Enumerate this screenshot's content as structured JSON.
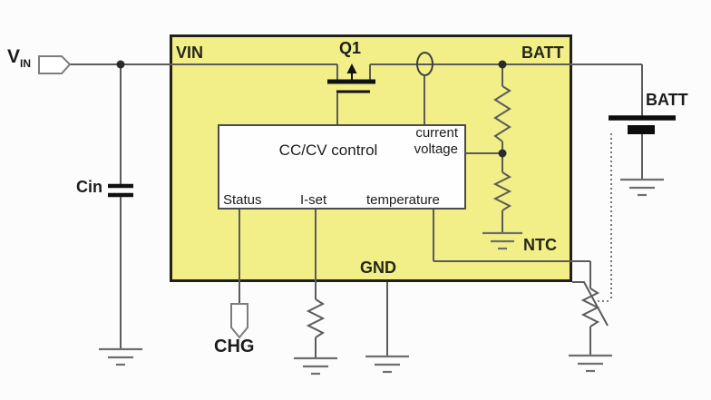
{
  "ic": {
    "vin": "VIN",
    "batt": "BATT",
    "gnd": "GND",
    "ntc": "NTC",
    "q1": "Q1"
  },
  "control": {
    "title": "CC/CV control",
    "current": "current",
    "voltage": "voltage",
    "status": "Status",
    "iset": "I-set",
    "temperature": "temperature"
  },
  "external": {
    "vin_main": "V",
    "vin_sub": "IN",
    "cin": "Cin",
    "chg": "CHG",
    "batt": "BATT"
  },
  "colors": {
    "ic_fill": "#F2EF88",
    "ic_border": "#21211A",
    "wire": "#5B5B5B",
    "component_black": "#111111",
    "text": "#1C1C1C"
  }
}
